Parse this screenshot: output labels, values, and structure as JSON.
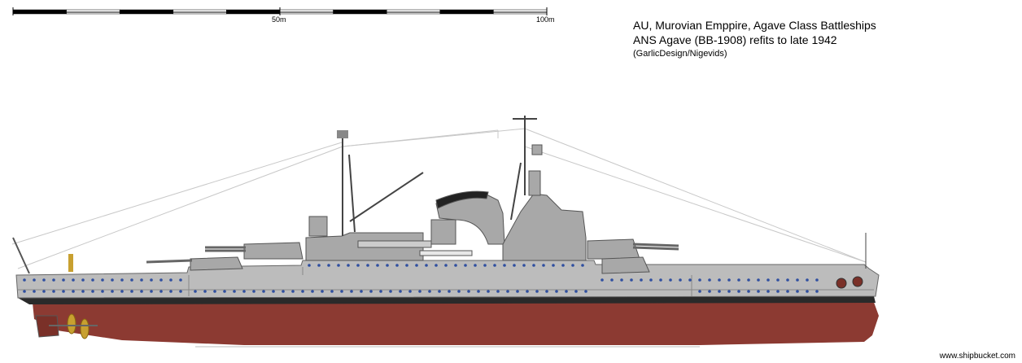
{
  "scale": {
    "label_mid": "50m",
    "label_end": "100m",
    "segment_colors": [
      "#000000",
      "#ffffff"
    ]
  },
  "title": {
    "line1": "AU, Murovian Emppire, Agave Class Battleships",
    "line2": "ANS Agave (BB-1908) refits to late 1942",
    "credit": "(GarlicDesign/Nigevids)"
  },
  "colors": {
    "hull_upper": "#bcbcbc",
    "hull_lower": "#8c3a32",
    "boot_topping": "#2a2a2a",
    "superstructure": "#a8a8a8",
    "portholes": "#2f4fa0",
    "propeller": "#c8a030"
  },
  "watermark": "www.shipbucket.com"
}
